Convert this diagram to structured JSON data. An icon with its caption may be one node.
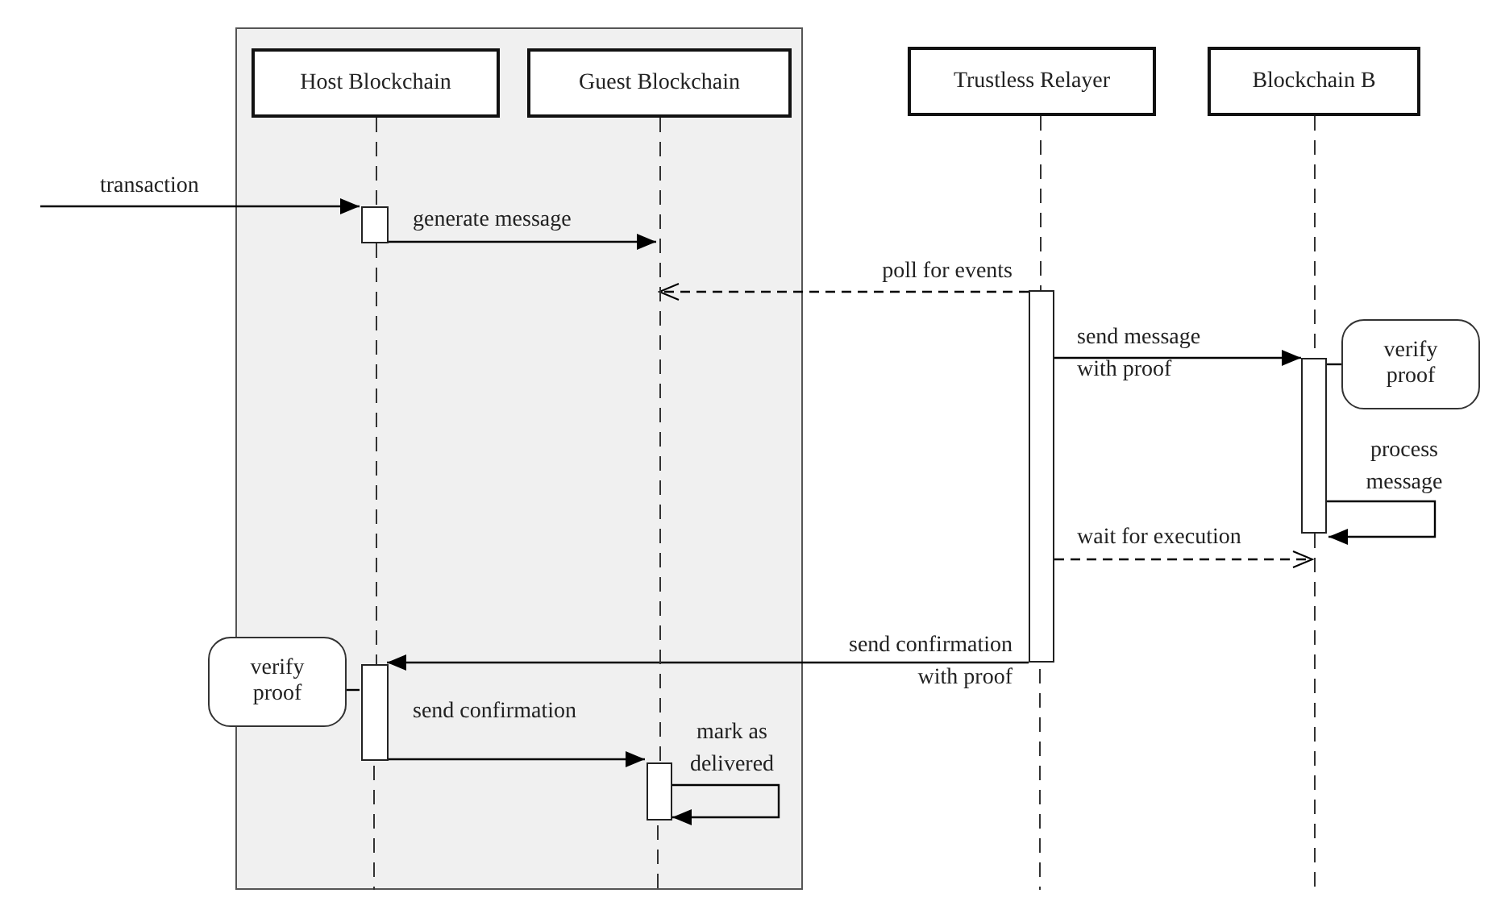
{
  "diagram": {
    "nodes": [
      {
        "text": [],
        "shape": "box"
      },
      {
        "text": [
          "Host Blockchain"
        ],
        "in": 0
      },
      {
        "text": [
          "Guest Blockchain"
        ],
        "in": 0
      },
      {
        "text": [
          "Trustless Relayer"
        ]
      },
      {
        "text": [
          "Blockchain B"
        ]
      },
      {
        "text": [],
        "shape": "bar",
        "in": 0
      },
      {
        "text": [],
        "shape": "bar"
      },
      {
        "text": [
          "verify proof"
        ]
      },
      {
        "text": [],
        "shape": "bar"
      },
      {
        "text": [
          "verify proof"
        ]
      },
      {
        "text": [],
        "shape": "bar",
        "in": 0
      },
      {
        "text": [],
        "shape": "bar",
        "in": 0
      },
      {
        "text": [],
        "shape": "line",
        "in": 0
      },
      {
        "text": [],
        "shape": "line"
      },
      {
        "text": [],
        "shape": "line",
        "in": 0
      },
      {
        "text": [],
        "shape": "line",
        "in": 0
      },
      {
        "text": [],
        "shape": "line"
      },
      {
        "text": [],
        "shape": "line"
      }
    ],
    "edges": [
      {
        "from": null,
        "to": 5,
        "arrow": "to",
        "label": "transaction"
      },
      {
        "from": 5,
        "to": 12,
        "arrow": "to",
        "label": "generate message"
      },
      {
        "from": 6,
        "to": 12,
        "arrow": "to",
        "label": "poll for events",
        "style": "dashed"
      },
      {
        "from": 6,
        "to": 8,
        "arrow": "to",
        "label": "send message with proof"
      },
      {
        "from": 8,
        "to": 8,
        "arrow": "to",
        "label": "process message"
      },
      {
        "from": 6,
        "to": 13,
        "arrow": "to",
        "label": "wait for execution",
        "style": "dashed"
      },
      {
        "from": 6,
        "to": 10,
        "arrow": "to",
        "label": "send confirmation with proof"
      },
      {
        "from": 10,
        "to": 11,
        "arrow": "to",
        "label": "send confirmation"
      },
      {
        "from": 11,
        "to": 11,
        "arrow": "to",
        "label": "mark as delivered"
      },
      {
        "from": 7,
        "to": 8,
        "arrow": "none"
      },
      {
        "from": 9,
        "to": 10,
        "arrow": "none"
      }
    ]
  }
}
